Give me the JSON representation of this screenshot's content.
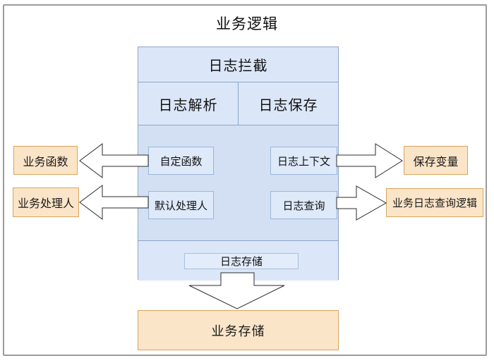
{
  "title": "业务逻辑",
  "interceptor": {
    "title": "日志拦截",
    "sections": [
      "日志解析",
      "日志保存"
    ],
    "nodes": {
      "custom_fn": "自定函数",
      "log_context": "日志上下文",
      "default_handler": "默认处理人",
      "log_query": "日志查询",
      "log_storage": "日志存储"
    }
  },
  "left": {
    "business_fn": "业务函数",
    "business_handler": "业务处理人"
  },
  "right": {
    "save_var": "保存变量",
    "business_log_query": "业务日志查询逻辑"
  },
  "bottom": {
    "business_storage": "业务存储"
  },
  "colors": {
    "blue_header_fill": "#dbe7f8",
    "blue_body_fill": "#d3e0f4",
    "blue_border": "#8da5c8",
    "orange_fill": "#fbe5c8",
    "orange_border": "#d9a55f",
    "frame_border": "#9b9b9b",
    "arrow_fill": "#ffffff"
  }
}
